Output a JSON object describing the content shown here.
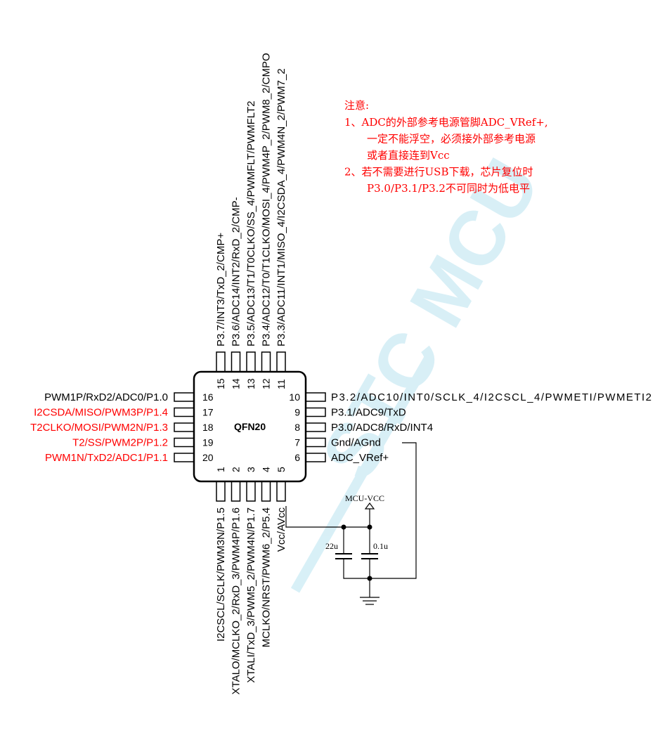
{
  "chip": {
    "package": "QFN20",
    "left_pins": [
      {
        "num": "16",
        "label": "PWM1P/RxD2/ADC0/P1.0",
        "color": "#000000"
      },
      {
        "num": "17",
        "label": "I2CSDA/MISO/PWM3P/P1.4",
        "color": "#ff0000"
      },
      {
        "num": "18",
        "label": "T2CLKO/MOSI/PWM2N/P1.3",
        "color": "#ff0000"
      },
      {
        "num": "19",
        "label": "T2/SS/PWM2P/P1.2",
        "color": "#ff0000"
      },
      {
        "num": "20",
        "label": "PWM1N/TxD2/ADC1/P1.1",
        "color": "#ff0000"
      }
    ],
    "right_pins": [
      {
        "num": "10",
        "label": "P3.2/ADC10/INT0/SCLK_4/I2CSCL_4/PWMETI/PWMETI2"
      },
      {
        "num": "9",
        "label": "P3.1/ADC9/TxD"
      },
      {
        "num": "8",
        "label": "P3.0/ADC8/RxD/INT4"
      },
      {
        "num": "7",
        "label": "Gnd/AGnd"
      },
      {
        "num": "6",
        "label": "ADC_VRef+"
      }
    ],
    "top_pins": [
      {
        "num": "15",
        "label": "P3.7/INT3/TxD_2/CMP+"
      },
      {
        "num": "14",
        "label": "P3.6/ADC14/INT2/RxD_2/CMP-"
      },
      {
        "num": "13",
        "label": "P3.5/ADC13/T1/T0CLKO/SS_4/PWMFLT/PWMFLT2"
      },
      {
        "num": "12",
        "label": "P3.4/ADC12/T0/T1CLKO/MOSI_4/PWM4P_2/PWM8_2/CMPO"
      },
      {
        "num": "11",
        "label": "P3.3/ADC11/INT1/MISO_4/I2CSDA_4/PWM4N_2/PWM7_2"
      }
    ],
    "bottom_pins": [
      {
        "num": "1",
        "label": "I2CSCL/SCLK/PWM3N/P1.5"
      },
      {
        "num": "2",
        "label": "XTALO/MCLKO_2/RxD_3/PWM4P/P1.6"
      },
      {
        "num": "3",
        "label": "XTALI/TxD_3/PWM5_2/PWM4N/P1.7"
      },
      {
        "num": "4",
        "label": "MCLKO/NRST/PWM6_2/P5.4"
      },
      {
        "num": "5",
        "label": "Vcc/AVcc"
      }
    ]
  },
  "power": {
    "supply_label": "MCU-VCC",
    "cap1_label": "22u",
    "cap2_label": "0.1u"
  },
  "notes": {
    "title": "注意:",
    "lines": [
      "1、ADC的外部参考电源管脚ADC_VRef+,",
      "一定不能浮空，必须接外部参考电源",
      "或者直接连到Vcc",
      "2、若不需要进行USB下载，芯片复位时",
      "P3.0/P3.1/P3.2不可同时为低电平"
    ],
    "color": "#ff0000"
  },
  "colors": {
    "line": "#000000",
    "watermark": "#d4eef6"
  }
}
